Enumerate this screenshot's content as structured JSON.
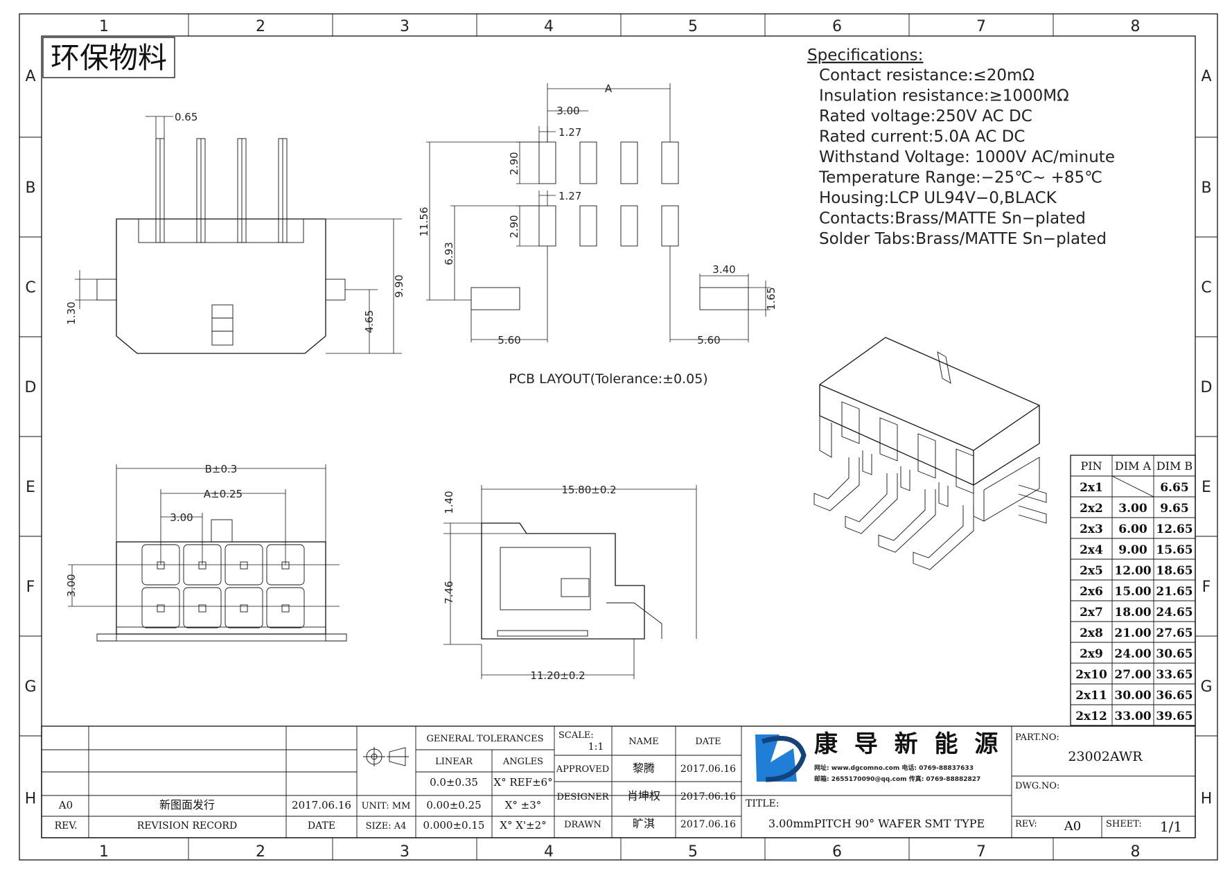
{
  "frame": {
    "columns": [
      "1",
      "2",
      "3",
      "4",
      "5",
      "6",
      "7",
      "8"
    ],
    "rows": [
      "A",
      "B",
      "C",
      "D",
      "E",
      "F",
      "G",
      "H"
    ]
  },
  "stamp": "环保物料",
  "specifications": {
    "heading": "Specifications:",
    "lines": [
      "Contact  resistance:≤20mΩ",
      "Insulation  resistance:≥1000MΩ",
      "Rated  voltage:250V  AC  DC",
      "Rated  current:5.0A  AC  DC",
      "Withstand  Voltage: 1000V  AC/minute",
      "Temperature  Range:−25℃~  +85℃",
      "Housing:LCP  UL94V−0,BLACK",
      "Contacts:Brass/MATTE  Sn−plated",
      "Solder  Tabs:Brass/MATTE  Sn−plated"
    ]
  },
  "pcb_layout_label": "PCB  LAYOUT(Tolerance:±0.05)",
  "dimensions": {
    "side": {
      "pin": "0.65",
      "w": "1.30",
      "h1": "4.65",
      "h2": "9.90"
    },
    "pcb": {
      "a": "A",
      "p1": "3.00",
      "p2": "1.27",
      "p3": "1.27",
      "v1": "2.90",
      "v2": "2.90",
      "v3": "11.56",
      "v4": "6.93",
      "b1": "5.60",
      "b2": "5.60",
      "pad_w": "3.40",
      "pad_h": "1.65"
    },
    "front": {
      "b": "B±0.3",
      "a": "A±0.25",
      "p": "3.00",
      "v": "3.00"
    },
    "profile": {
      "top": "15.80±0.2",
      "v1": "1.40",
      "v2": "7.46",
      "bottom": "11.20±0.2"
    }
  },
  "dim_table": {
    "headers": [
      "PIN",
      "DIM A",
      "DIM B"
    ],
    "rows": [
      [
        "2x1",
        "",
        "6.65"
      ],
      [
        "2x2",
        "3.00",
        "9.65"
      ],
      [
        "2x3",
        "6.00",
        "12.65"
      ],
      [
        "2x4",
        "9.00",
        "15.65"
      ],
      [
        "2x5",
        "12.00",
        "18.65"
      ],
      [
        "2x6",
        "15.00",
        "21.65"
      ],
      [
        "2x7",
        "18.00",
        "24.65"
      ],
      [
        "2x8",
        "21.00",
        "27.65"
      ],
      [
        "2x9",
        "24.00",
        "30.65"
      ],
      [
        "2x10",
        "27.00",
        "33.65"
      ],
      [
        "2x11",
        "30.00",
        "36.65"
      ],
      [
        "2x12",
        "33.00",
        "39.65"
      ]
    ]
  },
  "title_block": {
    "rev_label": "REV.",
    "revision_record_label": "REVISION RECORD",
    "date_label": "DATE",
    "rev_value": "A0",
    "revision_record_value": "新图面发行",
    "rev_date": "2017.06.16",
    "unit": "UNIT: MM",
    "size": "SIZE: A4",
    "general_tolerances": "GENERAL TOLERANCES",
    "linear": "LINEAR",
    "angles": "ANGLES",
    "tol_linear": [
      "0.0±0.35",
      "0.00±0.25",
      "0.000±0.15"
    ],
    "tol_angles": [
      "X° REF±6°",
      "X°  ±3°",
      "X° X'±2°"
    ],
    "scale_label": "SCALE:",
    "scale_value": "1:1",
    "name_label": "NAME",
    "date_col_label": "DATE",
    "approved": "APPROVED",
    "designer": "DESIGNER",
    "drawn": "DRAWN",
    "approved_name": "黎腾",
    "designer_name": "肖坤权",
    "drawn_name": "旷淇",
    "approved_date": "2017.06.16",
    "designer_date": "2017.06.16",
    "drawn_date": "2017.06.16",
    "company": "康 导 新 能 源",
    "company_contact_1": "网址: www.dgcomno.com  电话: 0769-88837633",
    "company_contact_2": "邮箱: 2655170090@qq.com 传真: 0769-88882827",
    "title_label": "TITLE:",
    "title_value": "3.00mmPITCH 90° WAFER SMT TYPE",
    "part_no_label": "PART.NO:",
    "part_no_value": "23002AWR",
    "dwg_no_label": "DWG.NO:",
    "rev2_label": "REV:",
    "rev2_value": "A0",
    "sheet_label": "SHEET:",
    "sheet_value": "1/1",
    "colors": {
      "logo_blue": "#1f7fd8",
      "logo_dark": "#14427a"
    }
  }
}
